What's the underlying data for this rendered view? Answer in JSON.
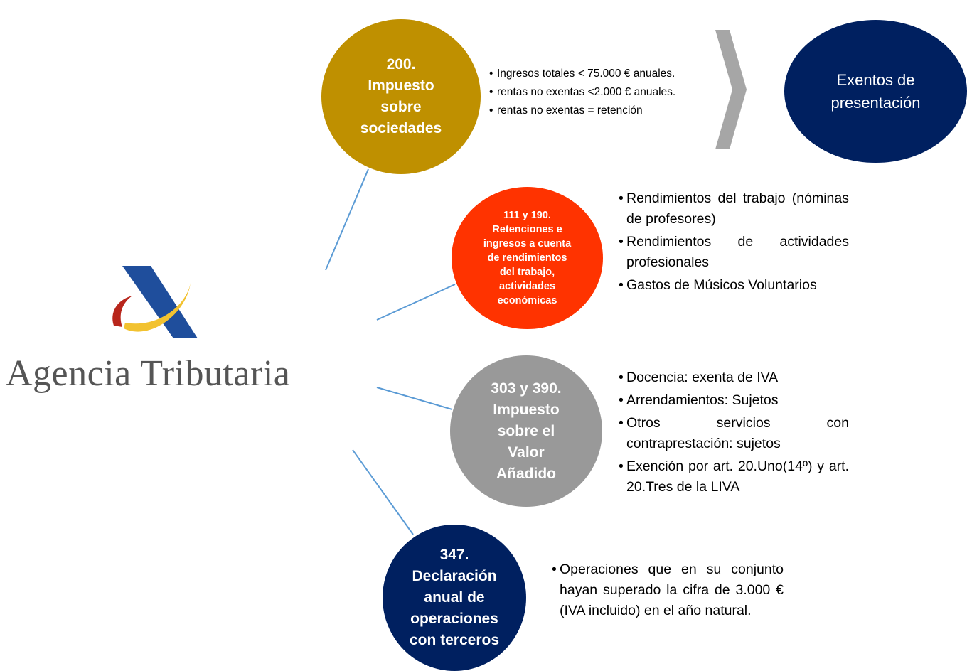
{
  "logo": {
    "text": "Agencia Tributaria",
    "colors": {
      "blue": "#1F4E9C",
      "yellow": "#F2C230",
      "red": "#B8261C"
    }
  },
  "nodes": [
    {
      "id": "200",
      "label": "200.\nImpuesto\nsobre\nsociedades",
      "color": "#BF9000",
      "bullets": [
        "Ingresos totales < 75.000 € anuales.",
        "rentas no exentas  <2.000 € anuales.",
        "rentas no exentas  = retención"
      ]
    },
    {
      "id": "111-190",
      "label": "111 y 190.\nRetenciones e\ningresos a cuenta\nde rendimientos\ndel trabajo,\nactividades\neconómicas",
      "color": "#FF3300",
      "bullets": [
        "Rendimientos del trabajo (nóminas de profesores)",
        "Rendimientos de actividades profesionales",
        "Gastos de Músicos Voluntarios"
      ]
    },
    {
      "id": "303-390",
      "label": "303 y 390.\nImpuesto\nsobre el\nValor\nAñadido",
      "color": "#999999",
      "bullets": [
        "Docencia: exenta de IVA",
        "Arrendamientos: Sujetos",
        "Otros servicios con contraprestación: sujetos",
        "Exención por art. 20.Uno(14º) y art. 20.Tres de la LIVA"
      ]
    },
    {
      "id": "347",
      "label": "347.\nDeclaración\nanual de\noperaciones\ncon terceros",
      "color": "#002060",
      "bullets": [
        "Operaciones que en su conjunto hayan superado la cifra de 3.000 € (IVA incluido) en el año natural."
      ]
    }
  ],
  "result": {
    "label": "Exentos de\npresentación",
    "color": "#002060"
  },
  "connector_color": "#5B9BD5",
  "chevron_color": "#A6A6A6"
}
